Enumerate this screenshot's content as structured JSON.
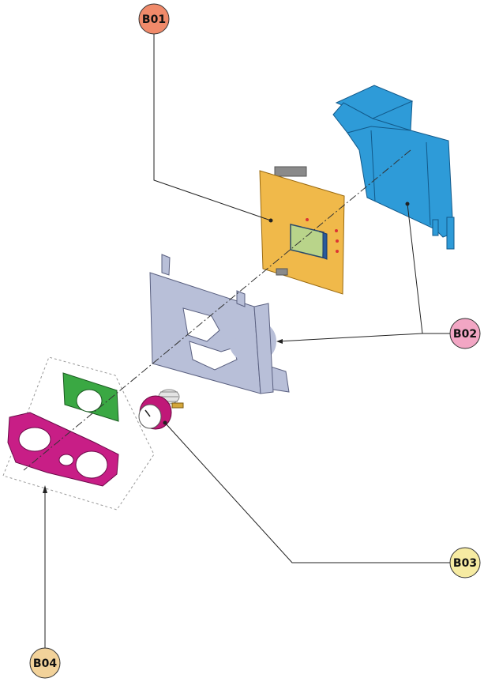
{
  "callouts": [
    {
      "id": "b01",
      "label": "B01",
      "color": "#f08a6a"
    },
    {
      "id": "b02",
      "label": "B02",
      "color": "#f2a6c4"
    },
    {
      "id": "b03",
      "label": "B03",
      "color": "#f6eba2"
    },
    {
      "id": "b04",
      "label": "B04",
      "color": "#f2d29a"
    }
  ],
  "parts": {
    "cover_color": "#2e9bd8",
    "pcb_color": "#f0b94a",
    "display_color": "#b9d48a",
    "frame_color": "#b8bfd8",
    "gauge_color": "#c01878",
    "knob_color": "#3aa843",
    "bezel_color": "#c81e86"
  }
}
